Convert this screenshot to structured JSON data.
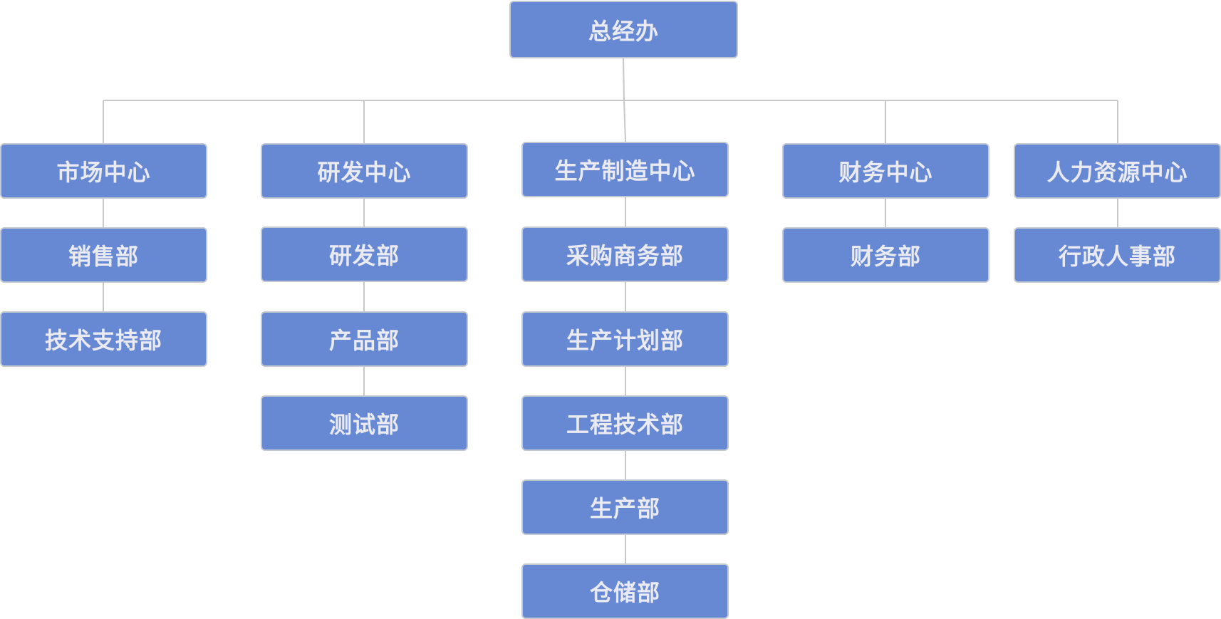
{
  "colors": {
    "node_fill": "#6789d4",
    "node_text": "#eaeaf2",
    "connector": "#c8c8c8"
  },
  "org": {
    "root": "总经办",
    "centers": [
      {
        "label": "市场中心",
        "departments": [
          "销售部",
          "技术支持部"
        ]
      },
      {
        "label": "研发中心",
        "departments": [
          "研发部",
          "产品部",
          "测试部"
        ]
      },
      {
        "label": "生产制造中心",
        "departments": [
          "采购商务部",
          "生产计划部",
          "工程技术部",
          "生产部",
          "仓储部"
        ]
      },
      {
        "label": "财务中心",
        "departments": [
          "财务部"
        ]
      },
      {
        "label": "人力资源中心",
        "departments": [
          "行政人事部"
        ]
      }
    ]
  }
}
